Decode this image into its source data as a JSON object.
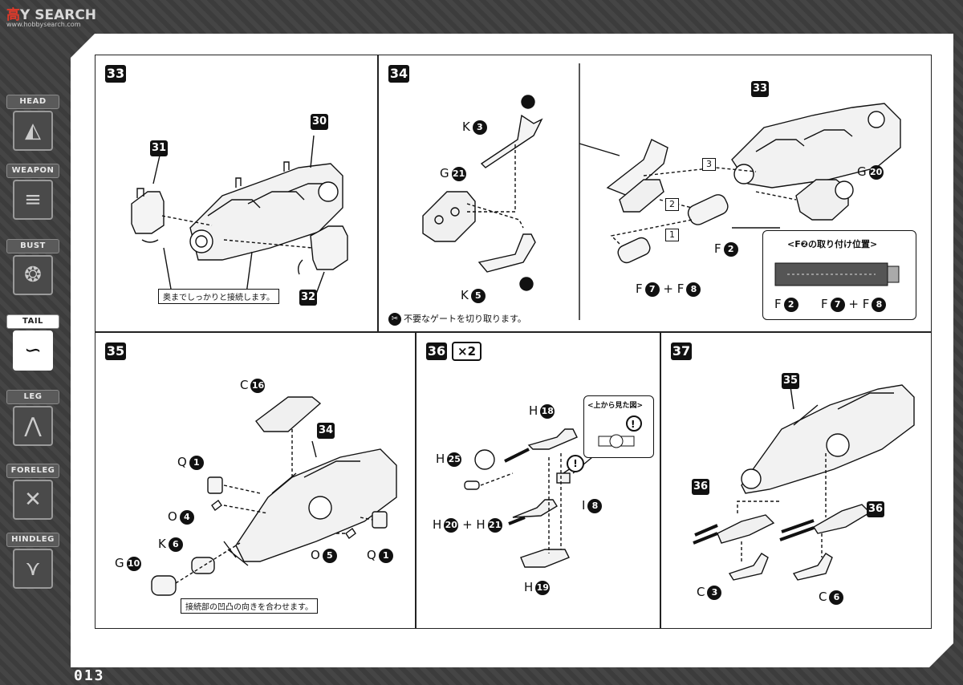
{
  "watermark": {
    "prefix": "高",
    "suffix": "Y SEARCH",
    "sub": "www.hobbysearch.com"
  },
  "sidebar": {
    "items": [
      {
        "label": "HEAD",
        "icon": "head-icon"
      },
      {
        "label": "WEAPON",
        "icon": "weapon-icon"
      },
      {
        "label": "BUST",
        "icon": "bust-icon"
      },
      {
        "label": "TAIL",
        "icon": "tail-icon",
        "active": true
      },
      {
        "label": "LEG",
        "icon": "leg-icon"
      },
      {
        "label": "FORELEG",
        "icon": "foreleg-icon"
      },
      {
        "label": "HINDLEG",
        "icon": "hindleg-icon"
      }
    ]
  },
  "page_number": "013",
  "steps": {
    "s33": {
      "number": "33",
      "parts": [
        "31",
        "30",
        "32"
      ],
      "note": "奥までしっかりと接続します。"
    },
    "s34": {
      "number": "34",
      "k3": "K",
      "k3_num": "3",
      "g21": "G",
      "g21_num": "21",
      "k5": "K",
      "k5_num": "5",
      "cut_note": "不要なゲートを切り取ります。",
      "ref33": "33",
      "g20": "G",
      "g20_num": "20",
      "f2": "F",
      "f2_num": "2",
      "f78": "F",
      "f7_num": "7",
      "plus": "+",
      "f8_num": "8",
      "seq": [
        "1",
        "2",
        "3"
      ],
      "inset_title": "<F❷の取り付け位置>",
      "inset_f2": "F",
      "inset_f2_num": "2",
      "inset_f78": "F",
      "inset_f7_num": "7",
      "inset_plus": "+",
      "inset_f8_num": "8"
    },
    "s35": {
      "number": "35",
      "c16": "C",
      "c16_num": "16",
      "ref34": "34",
      "q1a": "Q",
      "q1a_num": "1",
      "o4": "O",
      "o4_num": "4",
      "k6": "K",
      "k6_num": "6",
      "g10": "G",
      "g10_num": "10",
      "o5": "O",
      "o5_num": "5",
      "q1b": "Q",
      "q1b_num": "1",
      "note": "接続部の凹凸の向きを合わせます。"
    },
    "s36": {
      "number": "36",
      "multiplier": "×2",
      "h18": "H",
      "h18_num": "18",
      "h25": "H",
      "h25_num": "25",
      "h2021": "H",
      "h20_num": "20",
      "plus": "+",
      "h21_num": "21",
      "i8": "I",
      "i8_num": "8",
      "h19": "H",
      "h19_num": "19",
      "inset_title": "<上から見た図>",
      "warn": "!"
    },
    "s37": {
      "number": "37",
      "ref35": "35",
      "ref36a": "36",
      "ref36b": "36",
      "c3": "C",
      "c3_num": "3",
      "c6": "C",
      "c6_num": "6"
    }
  }
}
